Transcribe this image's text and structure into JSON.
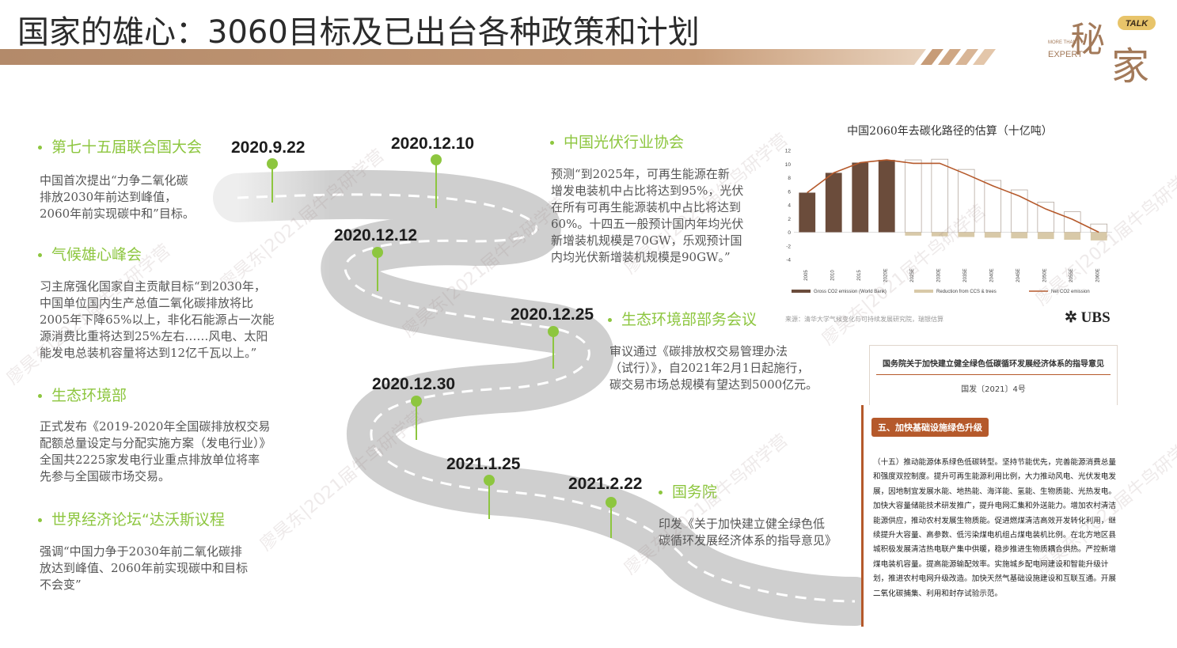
{
  "title": "国家的雄心：3060目标及已出台各种政策和计划",
  "logo": {
    "char_main": "秘",
    "char_sub": "家",
    "talk": "TALK",
    "small1": "MORE THAN",
    "small2": "EXPERT"
  },
  "timeline": [
    {
      "date": "2020.9.22"
    },
    {
      "date": "2020.12.10"
    },
    {
      "date": "2020.12.12"
    },
    {
      "date": "2020.12.25"
    },
    {
      "date": "2020.12.30"
    },
    {
      "date": "2021.1.25"
    },
    {
      "date": "2021.2.22"
    }
  ],
  "sections": {
    "un": {
      "title": "第七十五届联合国大会",
      "desc": [
        "中国首次提出“力争二氧化碳",
        "排放2030年前达到峰值，",
        "2060年前实现碳中和”目标。"
      ]
    },
    "climate": {
      "title": "气候雄心峰会",
      "desc": [
        "习主席强化国家自主贡献目标“到2030年，",
        "中国单位国内生产总值二氧化碳排放将比",
        "2005年下降65%以上，非化石能源占一次能",
        "源消费比重将达到25%左右……风电、太阳",
        "能发电总装机容量将达到12亿千瓦以上。”"
      ]
    },
    "env": {
      "title": "生态环境部",
      "desc": [
        "正式发布《2019-2020年全国碳排放权交易",
        "配额总量设定与分配实施方案（发电行业）》",
        "全国共2225家发电行业重点排放单位将率",
        "先参与全国碳市场交易。"
      ]
    },
    "wef": {
      "title": "世界经济论坛“达沃斯议程",
      "desc": [
        "强调“中国力争于2030年前二氧化碳排",
        "放达到峰值、2060年前实现碳中和目标",
        "不会变”"
      ]
    },
    "pv": {
      "title": "中国光伏行业协会",
      "desc": [
        "预测“到2025年，可再生能源在新",
        "增发电装机中占比将达到95%，光伏",
        "在所有可再生能源装机中占比将达到",
        "60%。十四五一般预计国内年均光伏",
        "新增装机规模是70GW，乐观预计国",
        "内均光伏新增装机规模是90GW。”"
      ]
    },
    "mee": {
      "title": "生态环境部部务会议",
      "desc": [
        "审议通过《碳排放权交易管理办法",
        "（试行）》，自2021年2月1日起施行，",
        "碳交易市场总规模有望达到5000亿元。"
      ]
    },
    "council": {
      "title": "国务院",
      "desc": [
        "印发《关于加快建立健全绿色低",
        "碳循环发展经济体系的指导意见》"
      ]
    }
  },
  "chart": {
    "title": "中国2060年去碳化路径的估算（十亿吨）",
    "source": "来源：清华大学气候变化与可持续发展研究院，瑞银估算",
    "brand": "UBS",
    "legend": [
      "Gross CO2 emission (World Bank)",
      "Reduction from CCS & trees",
      "Net CO2 emission"
    ],
    "colors": {
      "gross": "#6b4c3b",
      "reduction": "#d8c9a8",
      "net": "#b5592b"
    }
  },
  "chart_data": {
    "type": "bar",
    "title": "中国2060年去碳化路径的估算（十亿吨）",
    "categories": [
      "2005",
      "2010",
      "2015",
      "2020E",
      "2025E",
      "2030E",
      "2035E",
      "2040E",
      "2045E",
      "2050E",
      "2055E",
      "2060E"
    ],
    "ylim": [
      -4,
      12
    ],
    "yticks": [
      12,
      10,
      8,
      6,
      4,
      2,
      0,
      -2,
      -4
    ],
    "series": [
      {
        "name": "Gross CO2 emission (World Bank)",
        "type": "bar",
        "values": [
          5.8,
          8.7,
          10.2,
          10.6,
          10.6,
          10.7,
          9.2,
          7.6,
          6.2,
          4.4,
          3.0,
          1.2
        ]
      },
      {
        "name": "Reduction from CCS & trees",
        "type": "bar",
        "values": [
          0,
          0,
          0,
          0,
          -0.5,
          -0.6,
          -0.7,
          -0.8,
          -0.9,
          -1.0,
          -1.1,
          -1.2
        ]
      },
      {
        "name": "Net CO2 emission",
        "type": "line",
        "values": [
          5.8,
          8.7,
          10.2,
          10.6,
          10.1,
          10.1,
          8.5,
          6.8,
          5.3,
          3.4,
          1.9,
          0.0
        ]
      }
    ],
    "legend_position": "bottom",
    "grid": false
  },
  "doc": {
    "title": "国务院关于加快建立健全绿色低碳循环发展经济体系的指导意见",
    "number": "国发〔2021〕4号",
    "heading": "五、加快基础设施绿色升级",
    "body": "（十五）推动能源体系绿色低碳转型。坚持节能优先，完善能源消费总量和强度双控制度。提升可再生能源利用比例，大力推动风电、光伏发电发展，因地制宜发展水能、地热能、海洋能、氢能、生物质能、光热发电。加快大容量储能技术研发推广，提升电网汇集和外送能力。增加农村清洁能源供应，推动农村发展生物质能。促进燃煤清洁高效开发转化利用，继续提升大容量、高参数、低污染煤电机组占煤电装机比例。在北方地区县城积极发展清洁热电联产集中供暖，稳步推进生物质耦合供热。严控新增煤电装机容量。提高能源输配效率。实施城乡配电网建设和智能升级计划，推进农村电网升级改造。加快天然气基础设施建设和互联互通。开展二氧化碳捕集、利用和封存试验示范。"
  },
  "watermark": "廖昊东|2021届牛鸟研学营"
}
